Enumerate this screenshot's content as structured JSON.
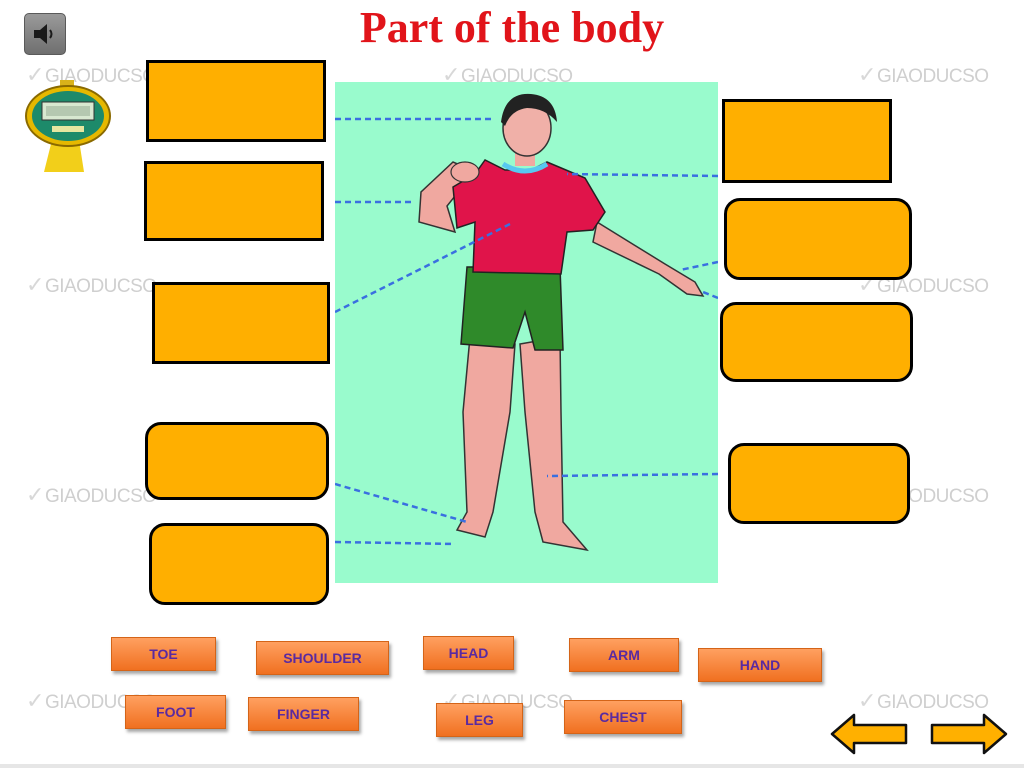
{
  "title": "Part of the body",
  "watermark": "GIAODUCSO",
  "word_chips": [
    {
      "id": "toe",
      "label": "TOE"
    },
    {
      "id": "shoulder",
      "label": "SHOULDER"
    },
    {
      "id": "head",
      "label": "HEAD"
    },
    {
      "id": "arm",
      "label": "ARM"
    },
    {
      "id": "hand",
      "label": "HAND"
    },
    {
      "id": "foot",
      "label": "FOOT"
    },
    {
      "id": "finger",
      "label": "FINGER"
    },
    {
      "id": "leg",
      "label": "LEG"
    },
    {
      "id": "chest",
      "label": "CHEST"
    }
  ],
  "icons": {
    "speaker": "speaker-icon",
    "stopwatch": "stopwatch-icon",
    "prev": "arrow-left-icon",
    "next": "arrow-right-icon"
  },
  "colors": {
    "title": "#e1141a",
    "answer_box": "#ffaf00",
    "chip": "#f58a3a",
    "chip_text": "#5a2aa0",
    "scene_bg": "#99fbcd",
    "arrow": "#3a6fe0",
    "nav_arrow": "#ffb000"
  }
}
